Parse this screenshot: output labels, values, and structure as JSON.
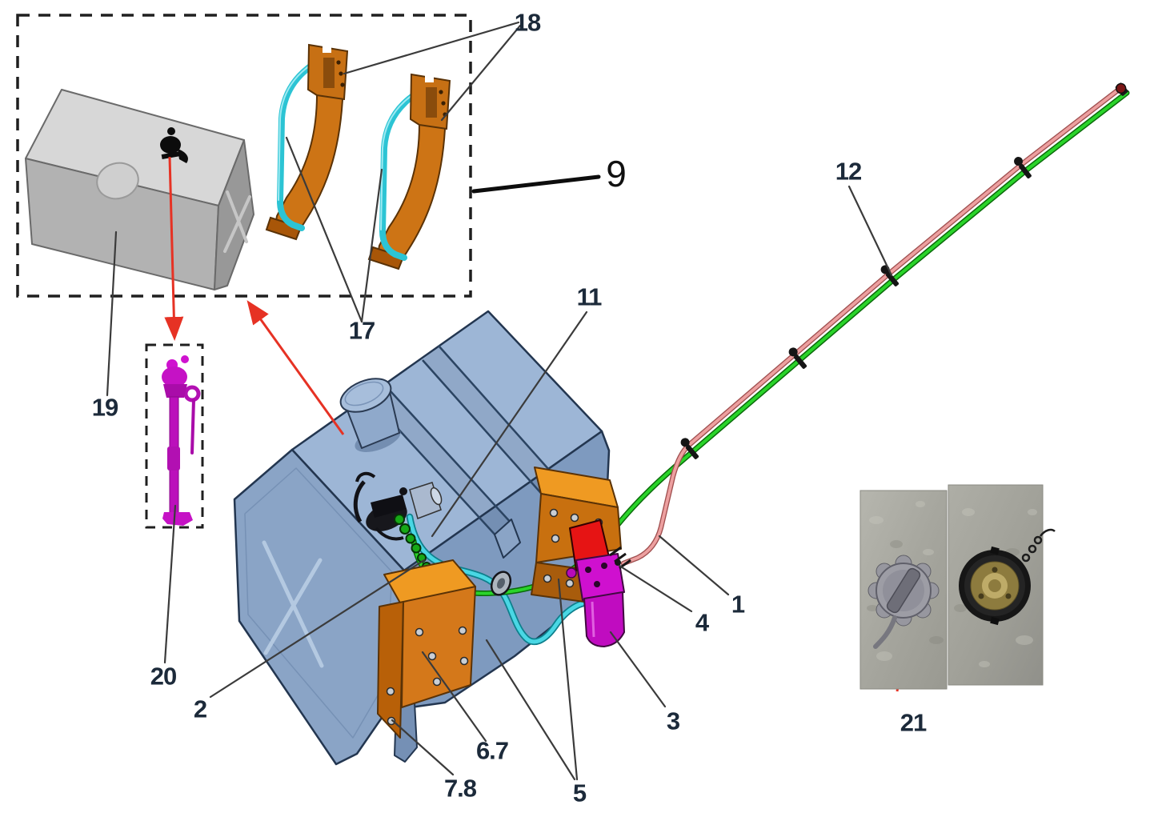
{
  "part_labels": {
    "p1": "1",
    "p2": "2",
    "p3": "3",
    "p4": "4",
    "p5": "5",
    "p6_7": "6.7",
    "p7_8": "7.8",
    "p9": "9",
    "p11": "11",
    "p12": "12",
    "p17": "17",
    "p18": "18",
    "p19": "19",
    "p20": "20",
    "p21": "21"
  },
  "colors": {
    "main_tank_blue": "#8aa4c6",
    "tank_top_blue": "#9db6d6",
    "spare_tank_gray": "#b2b2b2",
    "bracket_orange": "#d4781a",
    "strap_cyan": "#2cc4d4",
    "sender_magenta": "#c012c0",
    "filter_magenta": "#c00cc0",
    "filter_bracket_red": "#e61414",
    "fuel_line_green": "#22c422",
    "fuel_line_pink": "#eda0a0",
    "suction_hose_cyan": "#49d7e4",
    "callout_red": "#e63224",
    "leader_line": "#3b3b3b",
    "label_text": "#1c2a3a"
  }
}
